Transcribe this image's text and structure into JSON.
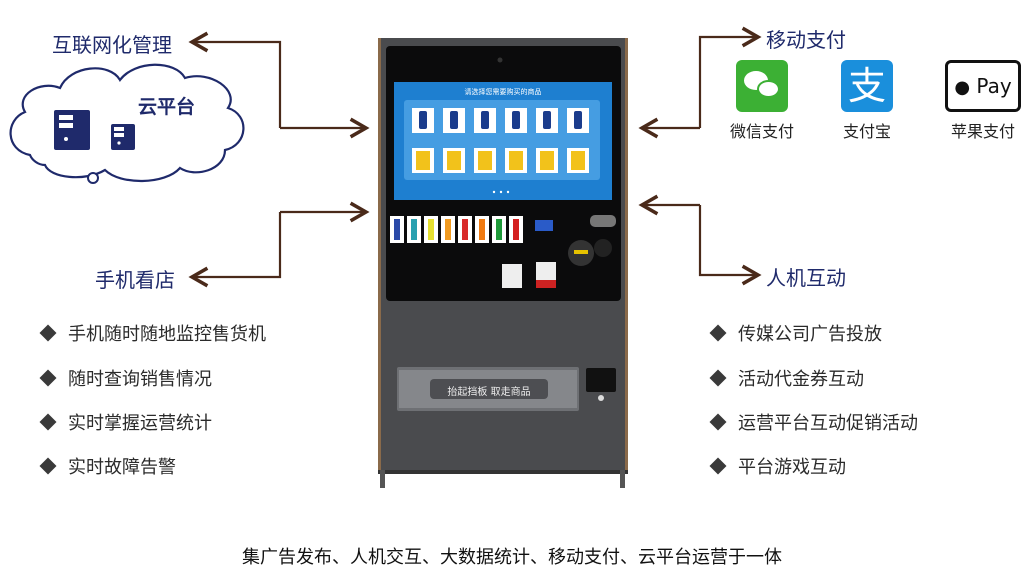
{
  "left": {
    "top_heading": "互联网化管理",
    "cloud_label": "云平台",
    "bottom_heading": "手机看店",
    "items": [
      "手机随时随地监控售货机",
      "随时查询销售情况",
      "实时掌握运营统计",
      "实时故障告警"
    ]
  },
  "right": {
    "top_heading": "移动支付",
    "bottom_heading": "人机互动",
    "payments": [
      {
        "label": "微信支付",
        "icon": "wechat-pay-icon",
        "color": "#3cb034"
      },
      {
        "label": "支付宝",
        "icon": "alipay-icon",
        "color": "#1a8fdc"
      },
      {
        "label": "苹果支付",
        "icon": "apple-pay-icon",
        "color": "#111111"
      }
    ],
    "apple_pay_text": "Pay",
    "items": [
      "传媒公司广告投放",
      "活动代金券互动",
      "运营平台互动促销活动",
      "平台游戏互动"
    ]
  },
  "machine": {
    "screen_title": "请选择您需要购买的商品",
    "pickup_label": "抬起挡板 取走商品"
  },
  "footer": "集广告发布、人机交互、大数据统计、移动支付、云平台运营于一体",
  "colors": {
    "heading": "#1f2a6b",
    "arrow": "#4a2a1a"
  }
}
